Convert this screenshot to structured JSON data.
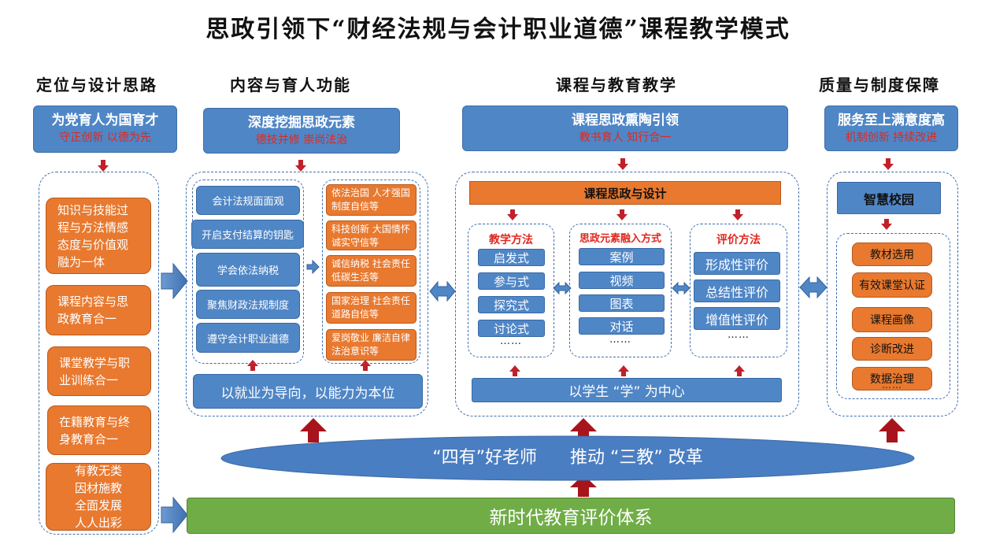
{
  "title": "思政引领下“财经法规与会计职业道德”课程教学模式",
  "columns": {
    "c1": "定位与设计思路",
    "c2": "内容与育人功能",
    "c3": "课程与教育教学",
    "c4": "质量与制度保障"
  },
  "col1": {
    "head_main": "为党育人为国育才",
    "head_sub": "守正创新   以德为先",
    "items": [
      "知识与技能过程与方法情感态度与价值观融为一体",
      "课程内容与思政教育合一",
      "课堂教学与职业训练合一",
      "在籍教育与终身教育合一",
      "有教无类因材施教全面发展人人出彩"
    ]
  },
  "col2": {
    "head_main": "深度挖掘思政元素",
    "head_sub": "德技并修   崇尚法治",
    "left_items": [
      "会计法规面面观",
      "开启支付结算的钥匙",
      "学会依法纳税",
      "聚焦财政法规制度",
      "遵守会计职业道德"
    ],
    "right_items": [
      "依法治国 人才强国 制度自信等",
      "科技创新 大国情怀 诚实守信等",
      "诚信纳税 社会责任 低碳生活等",
      "国家治理 社会责任 道路自信等",
      "爱岗敬业 廉洁自律 法治意识等"
    ],
    "bottom": "以就业为导向，以能力为本位"
  },
  "col3": {
    "head_main": "课程思政熏陶引领",
    "head_sub": "教书育人   知行合一",
    "design_bar": "课程思政与设计",
    "methods": {
      "title": "教学方法",
      "items": [
        "启发式",
        "参与式",
        "探究式",
        "讨论式"
      ],
      "dots": "……"
    },
    "elements": {
      "title": "思政元素融入方式",
      "items": [
        "案例",
        "视频",
        "图表",
        "对话"
      ],
      "dots": "……"
    },
    "evaluation": {
      "title": "评价方法",
      "items": [
        "形成性评价",
        "总结性评价",
        "增值性评价"
      ],
      "dots": "……"
    },
    "bottom": "以学生 “学”  为中心"
  },
  "col4": {
    "head_main": "服务至上满意度高",
    "head_sub": "机制创新   持续改进",
    "campus": "智慧校园",
    "items": [
      "教材选用",
      "有效课堂认证",
      "课程画像",
      "诊断改进",
      "数据治理"
    ],
    "dots": "……"
  },
  "ellipse_text": "“四有”好老师      推动 “三教” 改革",
  "green_bar": "新时代教育评价体系",
  "colors": {
    "blue": "#4f86c6",
    "orange": "#e8792f",
    "green": "#70ad47",
    "red_text": "#e0281f",
    "dark_red_arrow": "#a8141b",
    "dashed_border": "#3f6fae"
  }
}
